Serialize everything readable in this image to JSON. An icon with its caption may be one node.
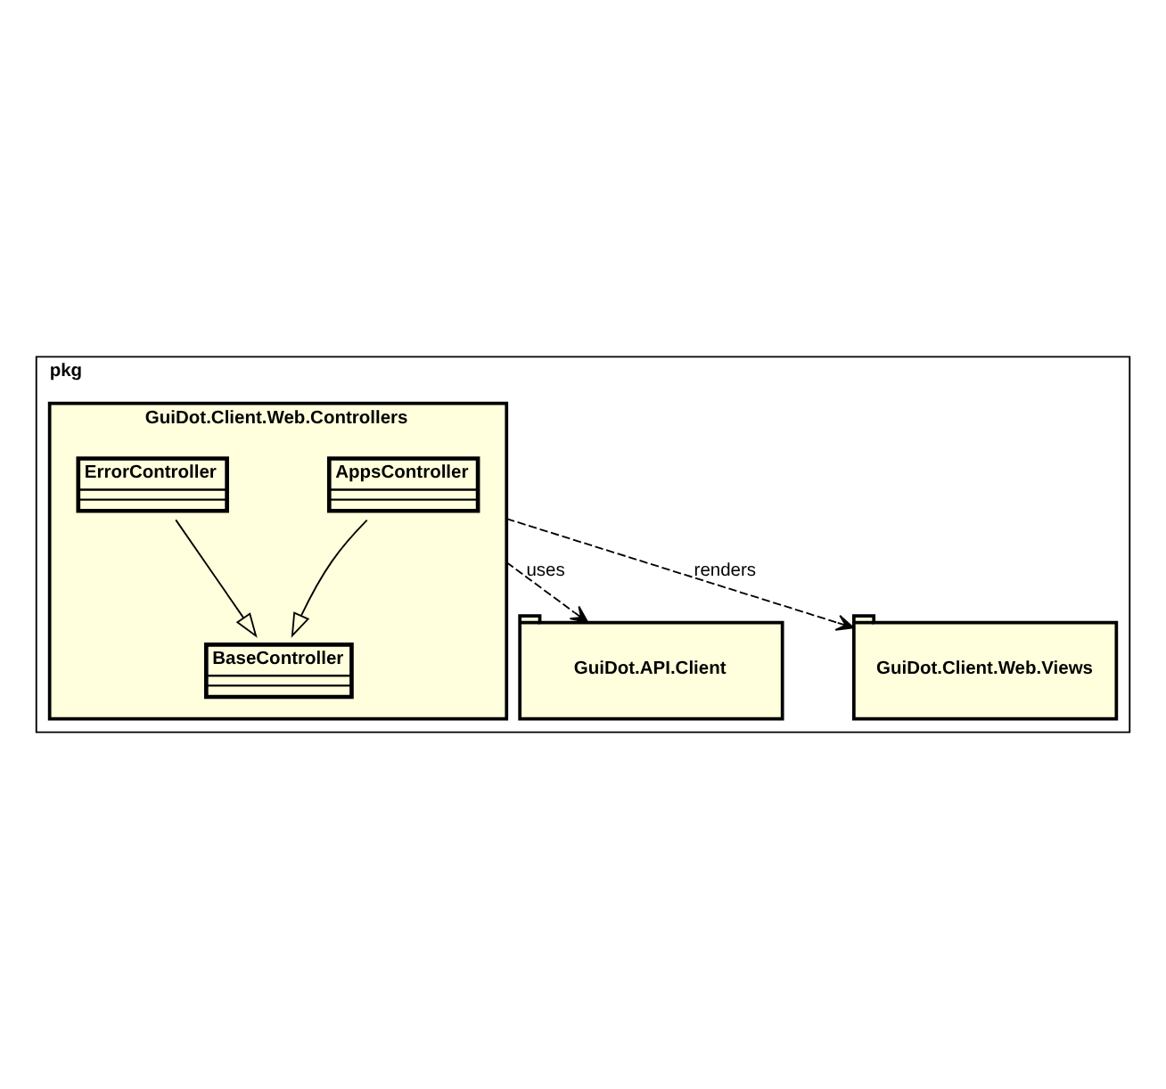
{
  "diagram": {
    "nodes": [
      {
        "text": [
          "pkg"
        ]
      },
      {
        "text": [
          "GuiDot.Client.Web.Controllers"
        ],
        "in": 0
      },
      {
        "text": [
          "AppsController"
        ],
        "in": 1
      },
      {
        "text": [
          "ErrorController"
        ],
        "in": 1
      },
      {
        "text": [
          "BaseController"
        ],
        "in": 1
      },
      {
        "text": [
          "GuiDot.API.Client"
        ],
        "in": 0
      },
      {
        "text": [
          "GuiDot.Client.Web.Views"
        ],
        "in": 0
      }
    ],
    "edges": [
      {
        "from": 2,
        "to": 4,
        "arrow": "to"
      },
      {
        "from": 3,
        "to": 4,
        "arrow": "to"
      },
      {
        "from": 1,
        "to": 5,
        "arrow": "to",
        "label": "uses",
        "style": "dashed"
      },
      {
        "from": 1,
        "to": 6,
        "arrow": "to",
        "label": "renders",
        "style": "dashed"
      }
    ]
  }
}
